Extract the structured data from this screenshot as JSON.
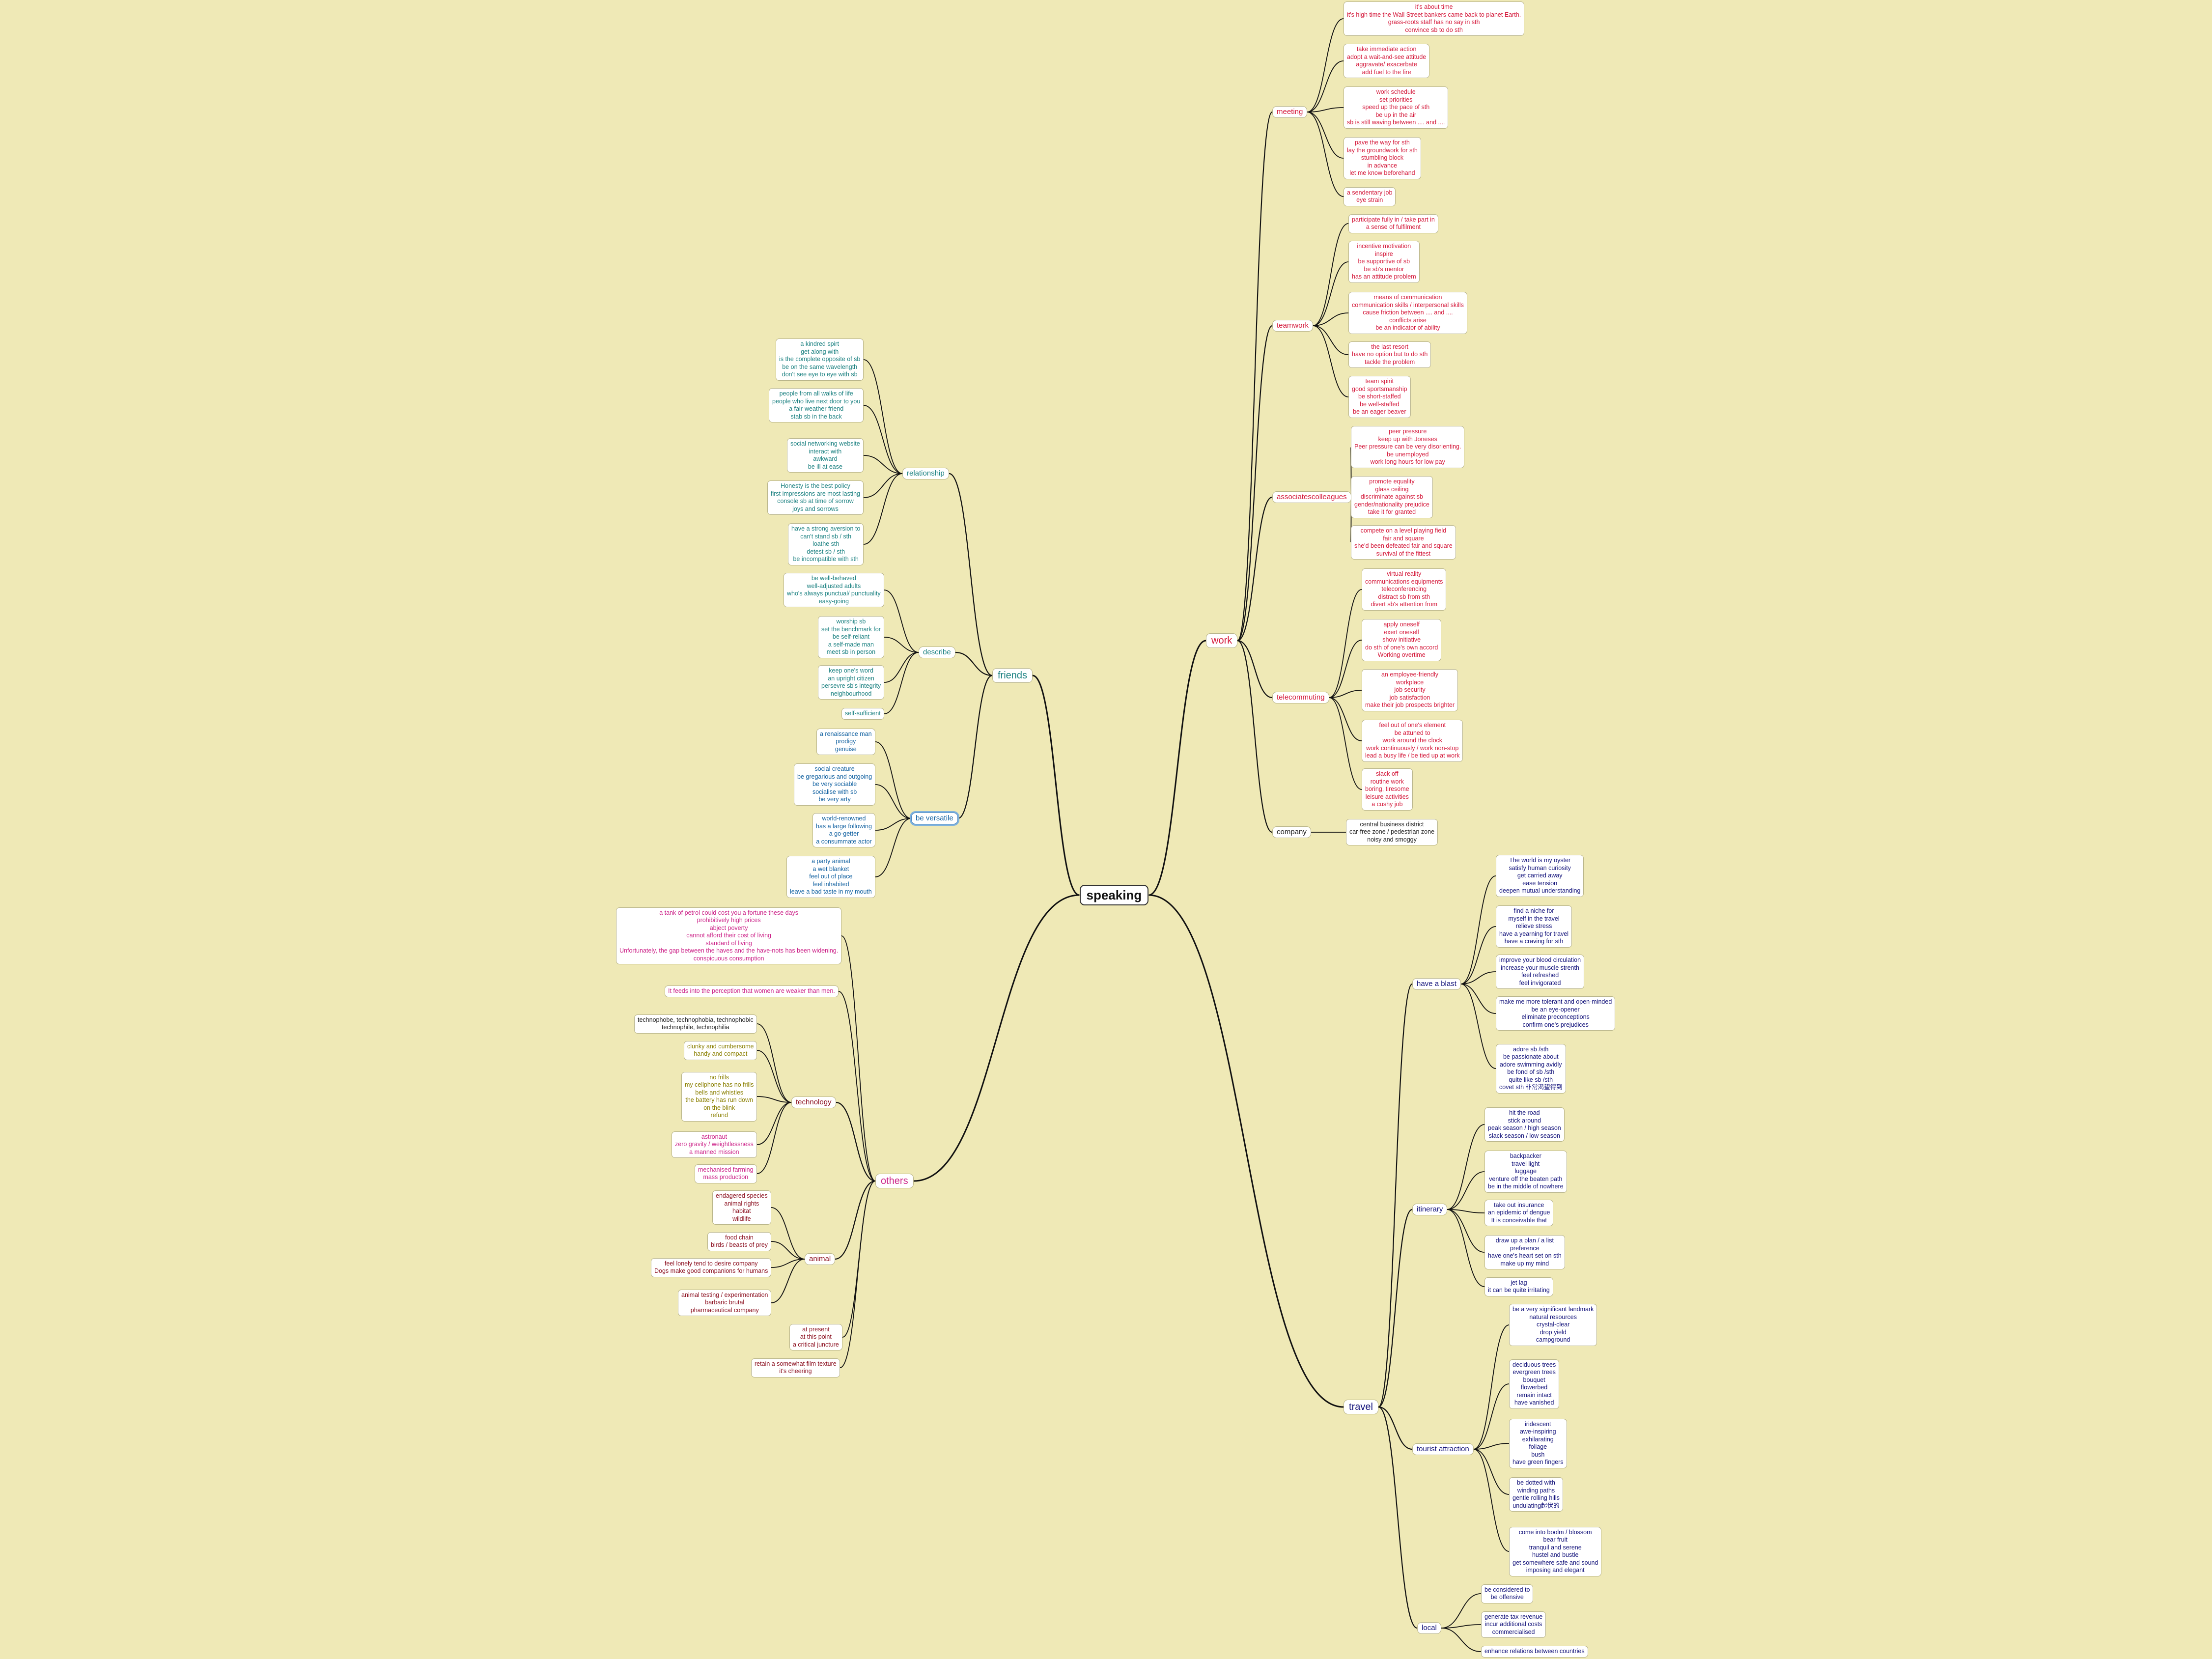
{
  "root": "speaking",
  "work": {
    "label": "work",
    "meeting": {
      "label": "meeting",
      "leaves": [
        [
          "it's about time",
          "it's high time the Wall Street bankers came back to planet Earth.",
          "grass-roots staff  has no say in sth",
          "convince sb to do sth"
        ],
        [
          "take immediate action",
          "adopt a wait-and-see attitude",
          "aggravate/ exacerbate",
          "add fuel to the fire"
        ],
        [
          "work schedule",
          "set priorities",
          "speed up the pace of sth",
          "be up in the air",
          "sb is still waving between ....  and ...."
        ],
        [
          "pave the way for sth",
          "lay the groundwork for sth",
          "stumbling block",
          "in advance",
          "let me know beforehand"
        ],
        [
          "a sendentary job",
          "eye strain"
        ]
      ]
    },
    "teamwork": {
      "label": "teamwork",
      "leaves": [
        [
          "participate fully in / take part in",
          "a sense of fulfilment"
        ],
        [
          "incentive motivation",
          "inspire",
          "be supportive of sb",
          "be sb's mentor",
          "has an attitude problem"
        ],
        [
          "means of communication",
          "communication skills / interpersonal skills",
          "cause friction between .... and ....",
          "conflicts arise",
          "be an indicator of ability"
        ],
        [
          "the last resort",
          "have no option but to do sth",
          "tackle the problem"
        ],
        [
          "team spirit",
          "good sportsmanship",
          "be short-staffed",
          "be well-staffed",
          "be an eager beaver"
        ]
      ]
    },
    "associates": {
      "label": [
        "associates",
        "colleagues"
      ],
      "leaves": [
        [
          "peer pressure",
          "keep up with Joneses",
          "Peer pressure can be very disorienting.",
          "be unemployed",
          "work long hours for low pay"
        ],
        [
          "promote equality",
          "glass ceiling",
          "discriminate against sb",
          "gender/nationality prejudice",
          "take it for granted"
        ],
        [
          "compete on a level playing field",
          "fair and square",
          "she'd been defeated fair and square",
          "survival of the fittest"
        ]
      ]
    },
    "telecommuting": {
      "label": "telecommuting",
      "leaves": [
        [
          "virtual reality",
          "communications equipments",
          "teleconferencing",
          "distract sb from sth",
          "divert sb's attention from"
        ],
        [
          "apply oneself",
          "exert oneself",
          "show initiative",
          "do sth of one's own accord",
          "Working overtime"
        ],
        [
          "an employee-friendly",
          "workplace",
          "job security",
          "job satisfaction",
          "make their job prospects brighter"
        ],
        [
          "feel out of one's element",
          "be attuned to",
          "work around the clock",
          "work continuously / work non-stop",
          "lead a busy life  / be tied up at work"
        ],
        [
          "slack off",
          "routine work",
          "boring, tiresome",
          "leisure activities",
          "a cushy job"
        ]
      ]
    },
    "company": {
      "label": "company",
      "leaves": [
        [
          "central business district",
          "car-free zone / pedestrian zone",
          "noisy and smoggy"
        ]
      ]
    }
  },
  "travel": {
    "label": "travel",
    "blast": {
      "label": "have a blast",
      "leaves": [
        [
          "The world is my oyster",
          "satisfy human curiosity",
          "get carried away",
          "ease tension",
          "deepen mutual understanding"
        ],
        [
          "find a niche for",
          "myself in the travel",
          "relieve stress",
          "have a yearning for travel",
          "have a craving for sth"
        ],
        [
          "improve your blood circulation",
          "increase your muscle strenth",
          "feel refreshed",
          "feel invigorated"
        ],
        [
          "make me more tolerant and open-minded",
          "be an eye-opener",
          "eliminate preconceptions",
          "confirm one's prejudices"
        ],
        [
          "adore sb /sth",
          "be passionate about",
          "adore swimming avidly",
          "be fond of sb /sth",
          "quite like sb /sth",
          "covet sth 非常渴望得到"
        ]
      ]
    },
    "itinerary": {
      "label": "itinerary",
      "leaves": [
        [
          "hit the road",
          "stick around",
          "peak season / high season",
          "slack season / low season"
        ],
        [
          "backpacker",
          "travel light",
          "luggage",
          "venture off the beaten path",
          "be in the middle of nowhere"
        ],
        [
          "take out insurance",
          "an epidemic of dengue",
          "It is conceivable that"
        ],
        [
          "draw up a plan / a list",
          "preference",
          "have one's heart set on sth",
          "make up my mind"
        ],
        [
          "jet lag",
          "it can be quite irritating"
        ]
      ]
    },
    "attraction": {
      "label": "tourist attraction",
      "leaves": [
        [
          "be a very significant landmark",
          "natural resources",
          "crystal-clear",
          "drop yield",
          "campground"
        ],
        [
          "deciduous trees",
          "evergreen trees",
          "bouquet",
          "flowerbed",
          "remain intact",
          "have vanished"
        ],
        [
          "iridescent",
          "awe-inspiring",
          "exhilarating",
          "foliage",
          "bush",
          "have green fingers"
        ],
        [
          "be dotted with",
          "winding paths",
          "gentle rolling hills",
          "undulating起伏的"
        ],
        [
          "come into boolm / blossom",
          "bear fruit",
          "tranquil and serene",
          "hustel and bustle",
          "get somewhere safe and sound",
          "imposing and elegant"
        ]
      ]
    },
    "local": {
      "label": "local",
      "leaves": [
        [
          "be considered to",
          "be offensive"
        ],
        [
          "generate tax revenue",
          "incur additional costs",
          "commercialised"
        ],
        [
          "enhance relations between countries"
        ]
      ]
    }
  },
  "friends": {
    "label": "friends",
    "relationship": {
      "label": "relationship",
      "leaves": [
        [
          "a kindred spirt",
          "get along with",
          "is the complete opposite of sb",
          "be on the same wavelength",
          "don't see eye to eye with sb"
        ],
        [
          "people from all walks of life",
          "people who live next door to you",
          "a fair-weather friend",
          "stab sb in the back"
        ],
        [
          "social networking website",
          "interact with",
          "awkward",
          "be ill at ease"
        ],
        [
          "Honesty is the best policy",
          "first impressions are most lasting",
          "console sb at time of sorrow",
          "joys and sorrows"
        ],
        [
          "have a strong aversion to",
          "can't stand sb / sth",
          "loathe sth",
          "detest sb / sth",
          "be incompatible with sth"
        ]
      ]
    },
    "describe": {
      "label": "describe",
      "leaves": [
        [
          "be well-behaved",
          "well-adjusted adults",
          "who's always punctual/ punctuality",
          "easy-going"
        ],
        [
          "worship sb",
          "set the benchmark for",
          "be self-reliant",
          "a self-made man",
          "meet sb in person"
        ],
        [
          "keep one's word",
          "an upright citizen",
          "persevre sb's integrity",
          "neighbourhood"
        ],
        [
          "self-sufficient"
        ]
      ]
    },
    "versatile": {
      "label": "be versatile",
      "leaves": [
        [
          "a renaissance man",
          "prodigy",
          "genuise"
        ],
        [
          "social creature",
          "be gregarious and outgoing",
          "be very sociable",
          "socialise with sb",
          "be very arty"
        ],
        [
          "world-renowned",
          "has a large following",
          "a go-getter",
          "a consummate actor"
        ],
        [
          "a party animal",
          "a wet blanket",
          "feel out of place",
          "feel inhabited",
          "leave a bad taste in my mouth"
        ]
      ]
    }
  },
  "others": {
    "label": "others",
    "direct": [
      [
        "a tank of petrol could cost you a fortune these days",
        "prohibitively high prices",
        "abject poverty",
        "cannot afford their cost of living",
        "standard of living",
        "Unfortunately, the gap between the haves and the have-nots has been widening.",
        "conspicuous consumption"
      ],
      [
        "It feeds into the perception that women are weaker than men."
      ],
      [
        "at present",
        "at this point",
        "a critical juncture"
      ],
      [
        "retain a somewhat film texture",
        "it's cheering"
      ]
    ],
    "technology": {
      "label": "technology",
      "leaves": [
        [
          "technophobe, technophobia, technophobic",
          "technophile, technophilia"
        ],
        [
          "clunky and cumbersome",
          "handy and compact"
        ],
        [
          "no frills",
          "my cellphone has no frills",
          "bells and whistles",
          "the battery has run down",
          "on the blink",
          "refund"
        ],
        [
          "astronaut",
          "zero gravity / weightlessness",
          "a manned mission"
        ],
        [
          "mechanised farming",
          "mass production"
        ]
      ]
    },
    "animal": {
      "label": "animal",
      "leaves": [
        [
          "endagered species",
          "animal rights",
          "habitat",
          "wildlife"
        ],
        [
          "food chain",
          "birds / beasts of prey"
        ],
        [
          "feel lonely tend to desire company",
          "Dogs make good companions for humans"
        ],
        [
          "animal testing / experimentation",
          "barbaric brutal",
          "pharmaceutical company"
        ]
      ]
    }
  }
}
